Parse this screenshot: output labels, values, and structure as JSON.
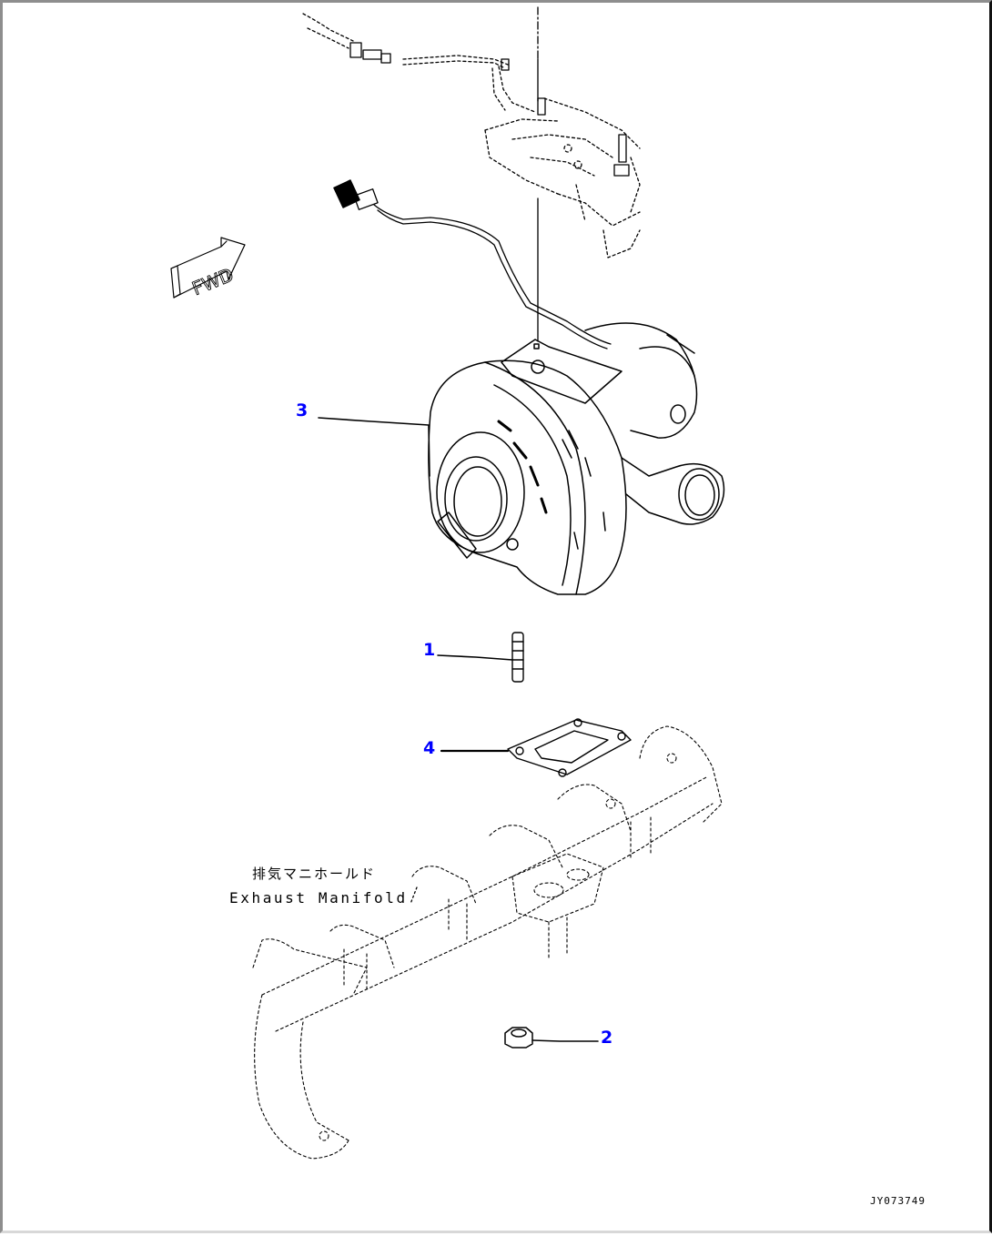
{
  "diagram": {
    "type": "exploded-parts-diagram",
    "subject": "Turbocharger mounting to exhaust manifold",
    "drawing_id": "JY073749",
    "callout_color": "#0000ff",
    "line_color": "#000000",
    "orientation_marker": {
      "icon": "fwd-arrow-icon",
      "text": "FWD"
    },
    "callouts": [
      {
        "number": "1",
        "part": "stud"
      },
      {
        "number": "2",
        "part": "nut"
      },
      {
        "number": "3",
        "part": "turbocharger"
      },
      {
        "number": "4",
        "part": "gasket"
      }
    ],
    "reference_label": {
      "japanese": "排気マニホールド",
      "english": "Exhaust Manifold"
    }
  }
}
